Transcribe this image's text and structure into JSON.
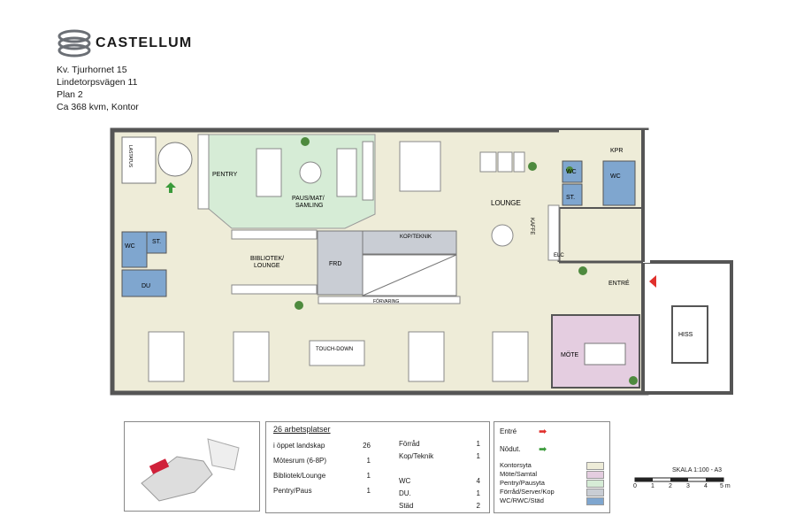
{
  "brand": {
    "name": "CASTELLUM"
  },
  "property": {
    "line1": "Kv. Tjurhornet 15",
    "line2": "Lindetorpsvägen 11",
    "line3": "Plan 2",
    "line4": "Ca 368 kvm, Kontor"
  },
  "plan_labels": {
    "pentry": "PENTRY",
    "paus": "PAUS/MAT/",
    "paus2": "SAMLING",
    "lounge": "LOUNGE",
    "kpr": "KPR",
    "wc": "WC",
    "st": "ST.",
    "kaffe": "KAFFE",
    "elc": "ELC",
    "bibliotek": "BIBLIOTEK/",
    "bibliotek2": "LOUNGE",
    "frd": "FRD",
    "kop": "KOP/TEKNIK",
    "forvaring": "FÖRVARING",
    "du": "DU",
    "entre": "ENTRÉ",
    "hiss": "HISS",
    "mote": "MÖTE",
    "touchdown": "TOUCH-DOWN",
    "lastatus": "LASTATUS"
  },
  "summary": {
    "title": "26 arbetsplatser",
    "rows": [
      {
        "label": "i öppet landskap",
        "value": "26"
      },
      {
        "label": "Mötesrum (6-8P)",
        "value": "1"
      },
      {
        "label": "Bibliotek/Lounge",
        "value": "1"
      },
      {
        "label": "Pentry/Paus",
        "value": "1"
      }
    ],
    "rows2": [
      {
        "label": "Förråd",
        "value": "1"
      },
      {
        "label": "Kop/Teknik",
        "value": "1"
      },
      {
        "label": "WC",
        "value": "4"
      },
      {
        "label": "DU.",
        "value": "1"
      },
      {
        "label": "Städ",
        "value": "2"
      }
    ]
  },
  "legend": {
    "entre": "Entré",
    "nodut": "Nödut.",
    "items": [
      {
        "label": "Kontorsyta",
        "color": "#eeecd8"
      },
      {
        "label": "Möte/Samtal",
        "color": "#e4cde0"
      },
      {
        "label": "Pentry/Pausyta",
        "color": "#d6ecd6"
      },
      {
        "label": "Förråd/Server/Kop",
        "color": "#c9cdd4"
      },
      {
        "label": "WC/RWC/Städ",
        "color": "#7fa6cf"
      }
    ]
  },
  "scale": {
    "label": "SKALA 1:100 - A3",
    "ticks": [
      "0",
      "1",
      "2",
      "3",
      "4",
      "5 m"
    ]
  },
  "colors": {
    "office": "#eeecd8",
    "meeting": "#e4cde0",
    "pantry": "#d6ecd6",
    "storage": "#c9cdd4",
    "wc": "#7fa6cf",
    "entrance_arrow": "#e0302c",
    "exit_arrow": "#3a9a3a"
  }
}
